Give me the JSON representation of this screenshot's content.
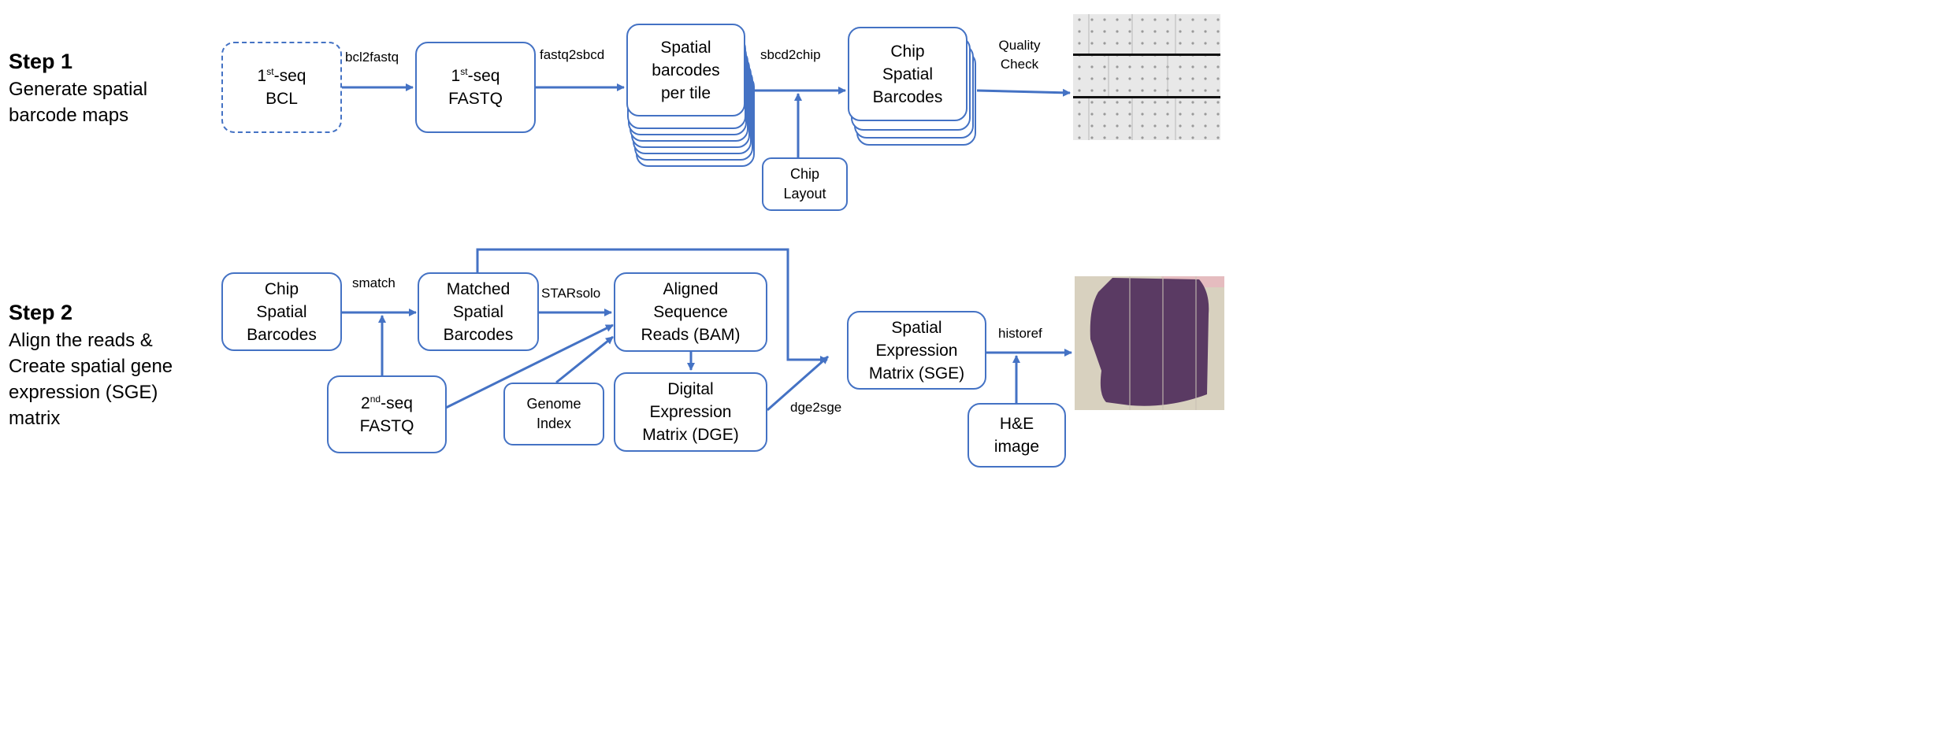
{
  "step1": {
    "title": "Step 1",
    "description": "Generate spatial\nbarcode maps",
    "boxes": {
      "bcl_main": "1",
      "bcl_sup": "st",
      "bcl_rest": "-seq",
      "bcl_line2": "BCL",
      "fastq_main": "1",
      "fastq_sup": "st",
      "fastq_rest": "-seq",
      "fastq_line2": "FASTQ",
      "tile": "Spatial\nbarcodes\nper tile",
      "chip": "Chip\nSpatial\nBarcodes",
      "layout": "Chip\nLayout"
    },
    "edges": {
      "bcl2fastq": "bcl2fastq",
      "fastq2sbcd": "fastq2sbcd",
      "sbcd2chip": "sbcd2chip",
      "quality": "Quality\nCheck"
    }
  },
  "step2": {
    "title": "Step 2",
    "description": "Align the reads &\nCreate spatial gene\nexpression (SGE)\nmatrix",
    "boxes": {
      "chip": "Chip\nSpatial\nBarcodes",
      "matched": "Matched\nSpatial\nBarcodes",
      "bam": "Aligned\nSequence\nReads (BAM)",
      "fastq2_main": "2",
      "fastq2_sup": "nd",
      "fastq2_rest": "-seq",
      "fastq2_line2": "FASTQ",
      "genome": "Genome\nIndex",
      "dge": "Digital\nExpression\nMatrix (DGE)",
      "sge": "Spatial\nExpression\nMatrix (SGE)",
      "he": "H&E\nimage"
    },
    "edges": {
      "smatch": "smatch",
      "starsolo": "STARsolo",
      "dge2sge": "dge2sge",
      "historef": "historef"
    }
  },
  "colors": {
    "accent": "#4472C4",
    "tissue": "#5a3a63",
    "slide": "#d9d2c0"
  }
}
